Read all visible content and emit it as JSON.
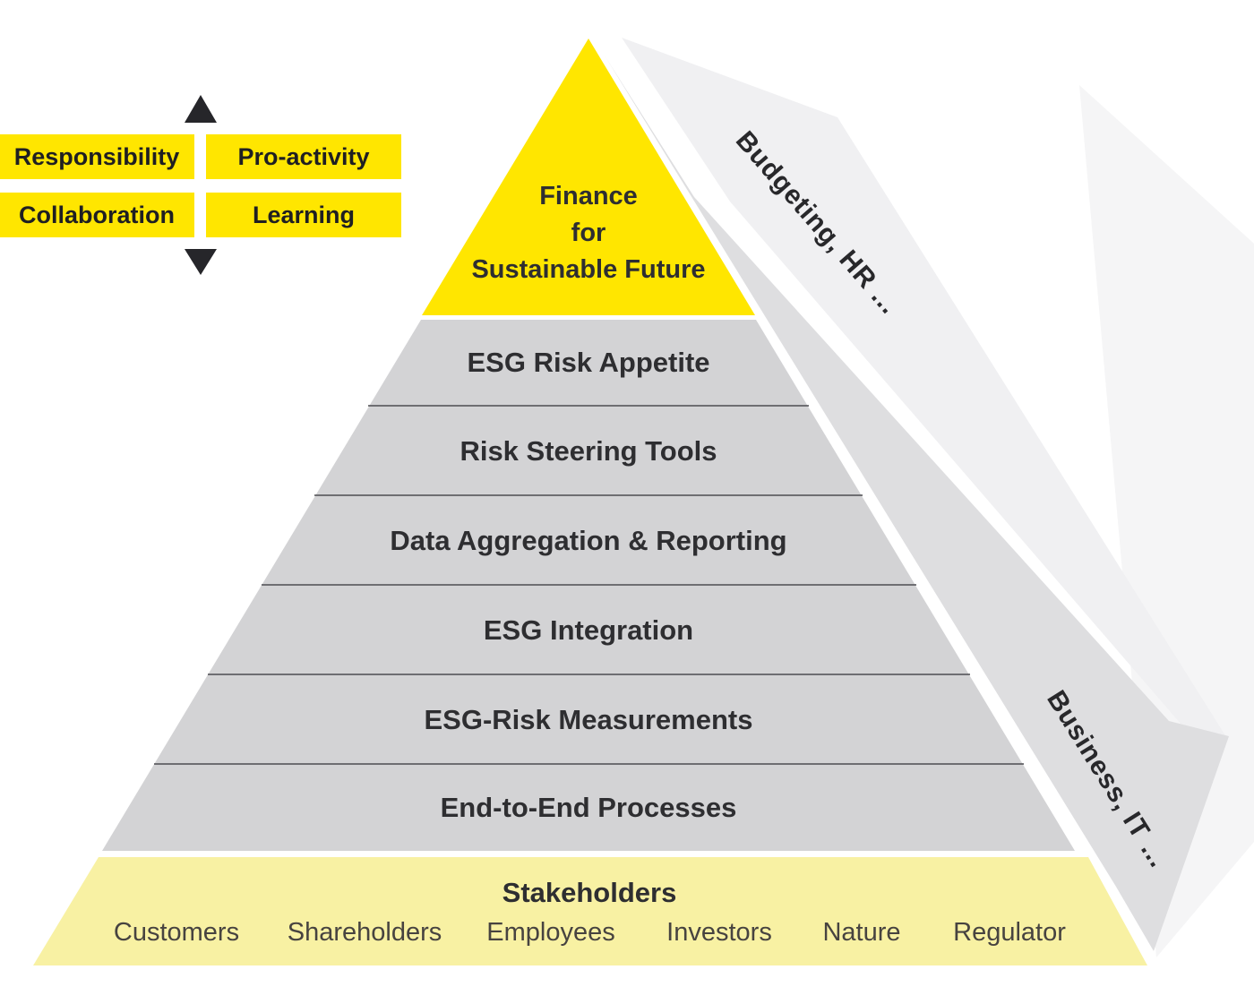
{
  "legend": {
    "boxes": [
      "Responsibility",
      "Pro-activity",
      "Collaboration",
      "Learning"
    ]
  },
  "pyramid": {
    "apex": {
      "line1": "Finance",
      "line2": "for",
      "line3": "Sustainable Future"
    },
    "layers": [
      "ESG Risk Appetite",
      "Risk Steering Tools",
      "Data Aggregation & Reporting",
      "ESG Integration",
      "ESG-Risk Measurements",
      "End-to-End Processes"
    ],
    "base": {
      "title": "Stakeholders",
      "stakeholders": [
        "Customers",
        "Shareholders",
        "Employees",
        "Investors",
        "Nature",
        "Regulator"
      ]
    },
    "side_labels": {
      "upper": "Budgeting, HR ...",
      "lower": "Business, IT ..."
    }
  },
  "colors": {
    "bright_yellow": "#FFE600",
    "pale_yellow": "#F8F1A3",
    "layer_gray": "#D3D3D5",
    "side_band_medium": "#DEDEE0",
    "side_band_light": "#F0F0F2",
    "side_band_faint": "#F5F5F6",
    "divider_line": "#4D4D51",
    "text_dark": "#2E2E31"
  }
}
